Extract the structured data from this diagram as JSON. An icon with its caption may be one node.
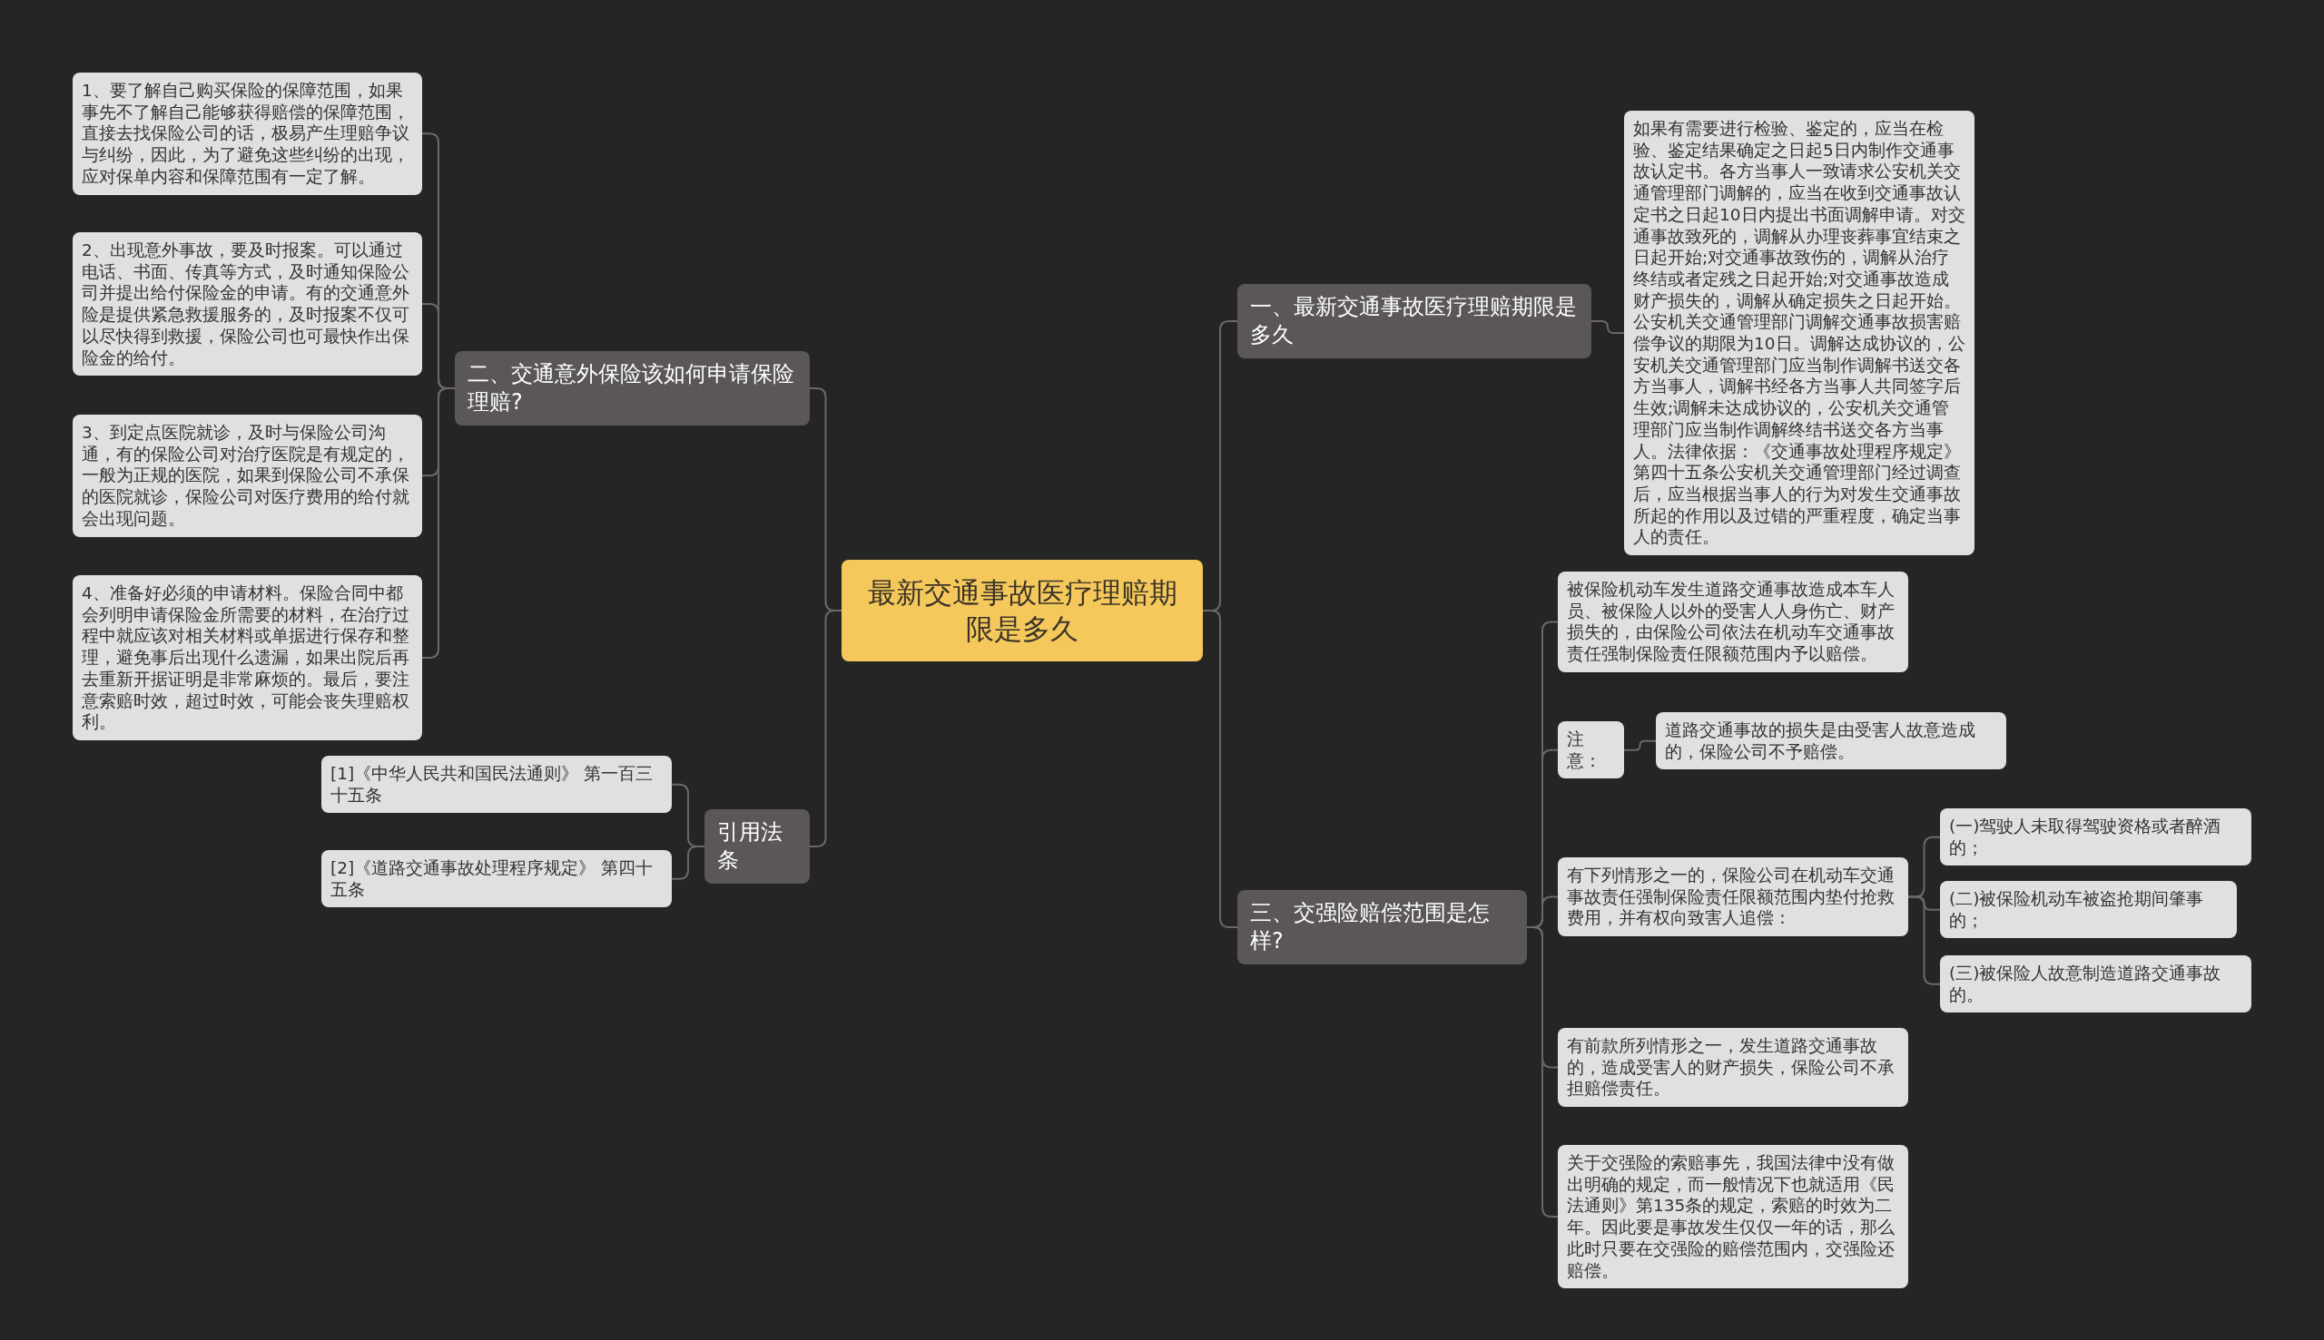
{
  "diagram": {
    "nodes": [
      {
        "text": [
          "最新交通事故医疗理赔期限是多久"
        ]
      },
      {
        "text": [
          "一、最新交通事故医疗理赔期限是多久"
        ]
      },
      {
        "text": [
          "如果有需要进行检验、鉴定的，应当在检验、鉴定结果确定之日起5日内制作交通事故认定书。各方当事人一致请求公安机关交通管理部门调解的，应当在收到交通事故认定书之日起10日内提出书面调解申请。对交通事故致死的，调解从办理丧葬事宜结束之日起开始;对交通事故致伤的，调解从治疗终结或者定残之日起开始;对交通事故造成财产损失的，调解从确定损失之日起开始。公安机关交通管理部门调解交通事故损害赔偿争议的期限为10日。调解达成协议的，公安机关交通管理部门应当制作调解书送交各方当事人，调解书经各方当事人共同签字后生效;调解未达成协议的，公安机关交通管理部门应当制作调解终结书送交各方当事人。法律依据：《交通事故处理程序规定》第四十五条公安机关交通管理部门经过调查后，应当根据当事人的行为对发生交通事故所起的作用以及过错的严重程度，确定当事人的责任。"
        ]
      },
      {
        "text": [
          "二、交通意外保险该如何申请保险理赔?"
        ]
      },
      {
        "text": [
          "1、要了解自己购买保险的保障范围，如果事先不了解自己能够获得赔偿的保障范围，直接去找保险公司的话，极易产生理赔争议与纠纷，因此，为了避免这些纠纷的出现，应对保单内容和保障范围有一定了解。"
        ]
      },
      {
        "text": [
          "2、出现意外事故，要及时报案。可以通过电话、书面、传真等方式，及时通知保险公司并提出给付保险金的申请。有的交通意外险是提供紧急救援服务的，及时报案不仅可以尽快得到救援，保险公司也可最快作出保险金的给付。"
        ]
      },
      {
        "text": [
          "3、到定点医院就诊，及时与保险公司沟通，有的保险公司对治疗医院是有规定的，一般为正规的医院，如果到保险公司不承保的医院就诊，保险公司对医疗费用的给付就会出现问题。"
        ]
      },
      {
        "text": [
          "4、准备好必须的申请材料。保险合同中都会列明申请保险金所需要的材料，在治疗过程中就应该对相关材料或单据进行保存和整理，避免事后出现什么遗漏，如果出院后再去重新开据证明是非常麻烦的。最后，要注意索赔时效，超过时效，可能会丧失理赔权利。"
        ]
      },
      {
        "text": [
          "引用法条"
        ]
      },
      {
        "text": [
          "[1]《中华人民共和国民法通则》 第一百三十五条"
        ]
      },
      {
        "text": [
          "[2]《道路交通事故处理程序规定》 第四十五条"
        ]
      },
      {
        "text": [
          "三、交强险赔偿范围是怎样?"
        ]
      },
      {
        "text": [
          "被保险机动车发生道路交通事故造成本车人员、被保险人以外的受害人人身伤亡、财产损失的，由保险公司依法在机动车交通事故责任强制保险责任限额范围内予以赔偿。"
        ]
      },
      {
        "text": [
          "注意："
        ]
      },
      {
        "text": [
          "道路交通事故的损失是由受害人故意造成的，保险公司不予赔偿。"
        ]
      },
      {
        "text": [
          "有下列情形之一的，保险公司在机动车交通事故责任强制保险责任限额范围内垫付抢救费用，并有权向致害人追偿："
        ]
      },
      {
        "text": [
          "(一)驾驶人未取得驾驶资格或者醉酒的；"
        ]
      },
      {
        "text": [
          "(二)被保险机动车被盗抢期间肇事的；"
        ]
      },
      {
        "text": [
          "(三)被保险人故意制造道路交通事故的。"
        ]
      },
      {
        "text": [
          "有前款所列情形之一，发生道路交通事故的，造成受害人的财产损失，保险公司不承担赔偿责任。"
        ]
      },
      {
        "text": [
          "关于交强险的索赔事先，我国法律中没有做出明确的规定，而一般情况下也就适用《民法通则》第135条的规定，索赔的时效为二年。因此要是事故发生仅仅一年的话，那么此时只要在交强险的赔偿范围内，交强险还赔偿。"
        ]
      }
    ],
    "edges": [
      {
        "from": 0,
        "to": 3,
        "arrow": "none"
      },
      {
        "from": 0,
        "to": 8,
        "arrow": "none"
      },
      {
        "from": 0,
        "to": 1,
        "arrow": "none"
      },
      {
        "from": 0,
        "to": 11,
        "arrow": "none"
      },
      {
        "from": 3,
        "to": 4,
        "arrow": "none"
      },
      {
        "from": 3,
        "to": 5,
        "arrow": "none"
      },
      {
        "from": 3,
        "to": 6,
        "arrow": "none"
      },
      {
        "from": 3,
        "to": 7,
        "arrow": "none"
      },
      {
        "from": 1,
        "to": 2,
        "arrow": "none"
      },
      {
        "from": 8,
        "to": 9,
        "arrow": "none"
      },
      {
        "from": 8,
        "to": 10,
        "arrow": "none"
      },
      {
        "from": 11,
        "to": 12,
        "arrow": "none"
      },
      {
        "from": 11,
        "to": 13,
        "arrow": "none"
      },
      {
        "from": 11,
        "to": 15,
        "arrow": "none"
      },
      {
        "from": 11,
        "to": 19,
        "arrow": "none"
      },
      {
        "from": 11,
        "to": 20,
        "arrow": "none"
      },
      {
        "from": 13,
        "to": 14,
        "arrow": "none"
      },
      {
        "from": 15,
        "to": 16,
        "arrow": "none"
      },
      {
        "from": 15,
        "to": 17,
        "arrow": "none"
      },
      {
        "from": 15,
        "to": 18,
        "arrow": "none"
      }
    ]
  }
}
